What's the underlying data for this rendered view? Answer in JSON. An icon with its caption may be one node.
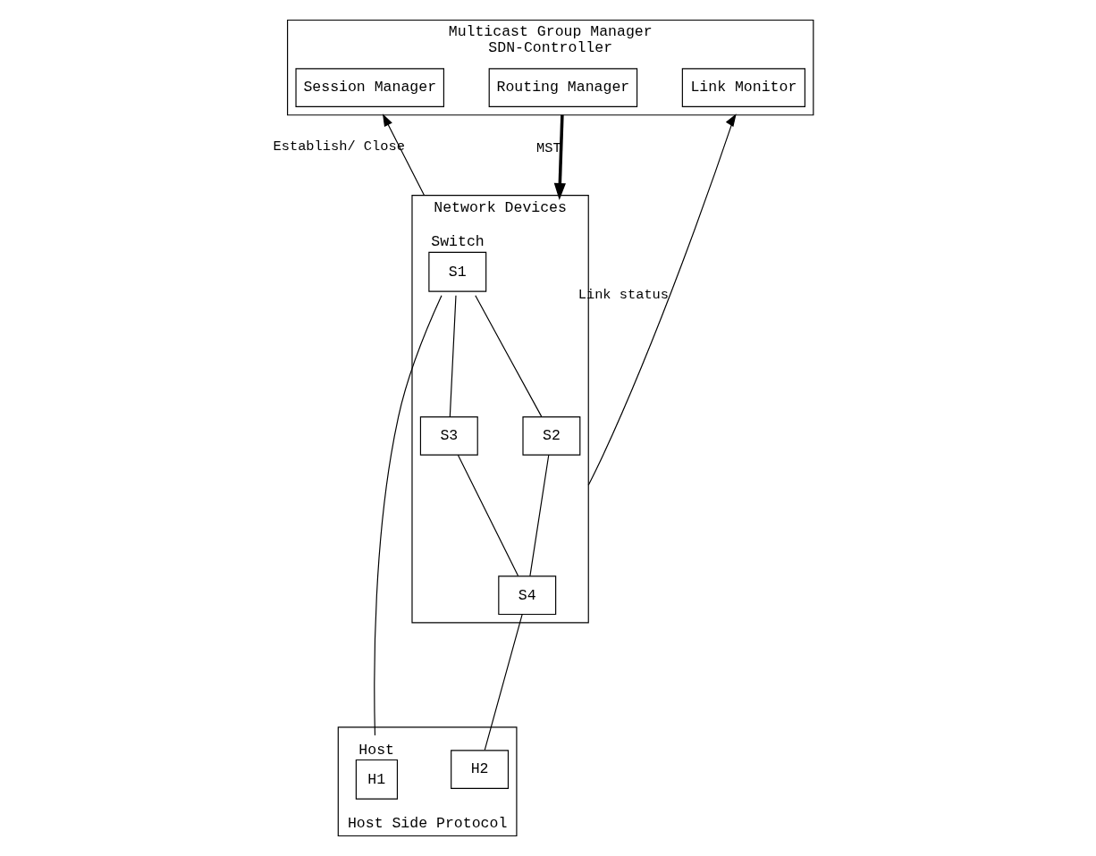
{
  "diagram": {
    "nodes": [
      {
        "text": [
          "Multicast Group Manager",
          "SDN-Controller"
        ]
      },
      {
        "text": [
          "Session Manager"
        ],
        "in": 0
      },
      {
        "text": [
          "Routing Manager"
        ],
        "in": 0
      },
      {
        "text": [
          "Link Monitor"
        ],
        "in": 0
      },
      {
        "text": [
          "Network Devices"
        ]
      },
      {
        "text": [
          "S1"
        ],
        "in": 4,
        "beside": [
          "Switch"
        ]
      },
      {
        "text": [
          "S2"
        ],
        "in": 4
      },
      {
        "text": [
          "S3"
        ],
        "in": 4
      },
      {
        "text": [
          "S4"
        ],
        "in": 4
      },
      {
        "text": [
          "Host Side Protocol"
        ]
      },
      {
        "text": [
          "H1"
        ],
        "in": 9,
        "beside": [
          "Host"
        ]
      },
      {
        "text": [
          "H2"
        ],
        "in": 9
      }
    ],
    "edges": [
      {
        "from": 4,
        "to": 0,
        "arrow": "to",
        "label": "Establish/ Close"
      },
      {
        "from": 0,
        "to": 4,
        "arrow": "to",
        "label": "MST",
        "style": "thick"
      },
      {
        "from": 4,
        "to": 0,
        "arrow": "to",
        "label": "Link status"
      },
      {
        "from": 5,
        "to": 6,
        "arrow": "none"
      },
      {
        "from": 5,
        "to": 7,
        "arrow": "none"
      },
      {
        "from": 6,
        "to": 8,
        "arrow": "none"
      },
      {
        "from": 7,
        "to": 8,
        "arrow": "none"
      },
      {
        "from": 5,
        "to": 10,
        "arrow": "none"
      },
      {
        "from": 8,
        "to": 11,
        "arrow": "none"
      }
    ]
  }
}
